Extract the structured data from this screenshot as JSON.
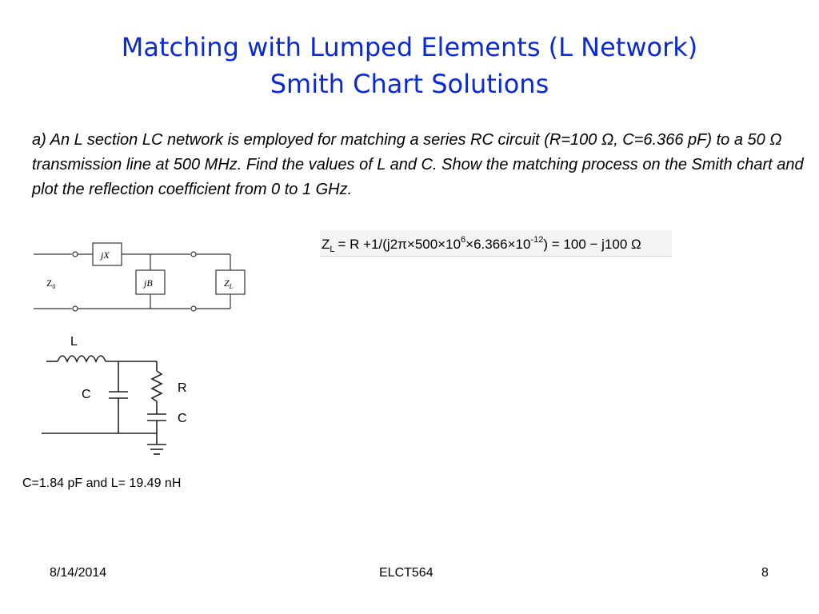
{
  "slide": {
    "title_line1": "Matching with Lumped Elements (L Network)",
    "title_line2": "Smith Chart Solutions",
    "problem_text": "a) An L section LC network is employed for matching a series RC circuit (R=100 Ω, C=6.366 pF) to a 50 Ω transmission line at 500 MHz. Find the values of L and C. Show the matching process on the Smith chart and plot the reflection coefficient from 0 to 1 GHz.",
    "answer": "C=1.84 pF and L= 19.49 nH"
  },
  "formula": {
    "lhs": "Z",
    "lhs_sub": "L",
    "part1": "= R +1/(j2π×500×10",
    "exp1": "6",
    "part2": "×6.366×10",
    "exp2": "-12",
    "part3": ") = 100 − j100 Ω"
  },
  "network_diagram": {
    "series_label": "jX",
    "shunt_label": "jB",
    "load_label": "Z",
    "load_sub": "L",
    "source_label": "Z",
    "source_sub": "0"
  },
  "lc_circuit": {
    "inductor_label": "L",
    "shunt_cap_label": "C",
    "resistor_label": "R",
    "series_cap_label": "C"
  },
  "footer": {
    "date": "8/14/2014",
    "course": "ELCT564",
    "page": "8"
  }
}
